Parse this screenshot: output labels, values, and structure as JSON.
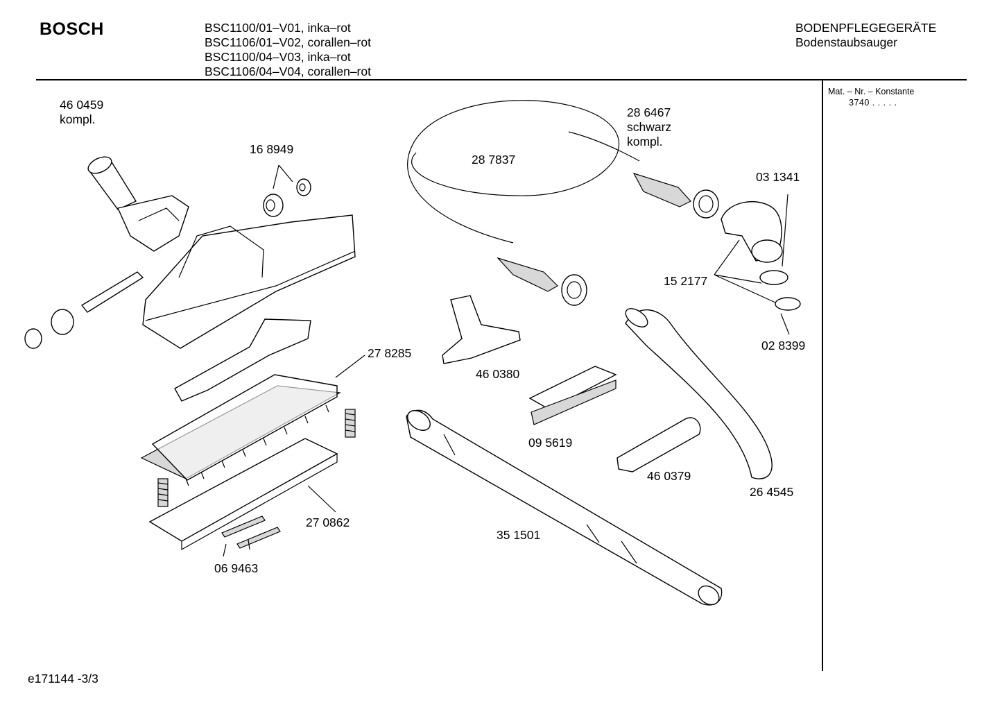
{
  "header": {
    "brand": "BOSCH",
    "models": [
      "BSC1100/01–V01, inka–rot",
      "BSC1106/01–V02, corallen–rot",
      "BSC1100/04–V03, inka–rot",
      "BSC1106/04–V04, corallen–rot"
    ],
    "category": "BODENPFLEGEGERÄTE",
    "subcategory": "Bodenstaubsauger"
  },
  "side_panel": {
    "label": "Mat. – Nr. – Konstante",
    "value": "3740  .   .   .   .   ."
  },
  "parts": [
    {
      "number": "46 0459",
      "note": "kompl."
    },
    {
      "number": "16 8949"
    },
    {
      "number": "28 7837"
    },
    {
      "number": "28 6467",
      "note": "schwarz",
      "note2": "kompl."
    },
    {
      "number": "03 1341"
    },
    {
      "number": "15 2177"
    },
    {
      "number": "02 8399"
    },
    {
      "number": "27 8285"
    },
    {
      "number": "46 0380"
    },
    {
      "number": "09 5619"
    },
    {
      "number": "46 0379"
    },
    {
      "number": "26 4545"
    },
    {
      "number": "27 0862"
    },
    {
      "number": "35 1501"
    },
    {
      "number": "06 9463"
    }
  ],
  "footer": {
    "doc_id": "e171144 -3/3"
  }
}
